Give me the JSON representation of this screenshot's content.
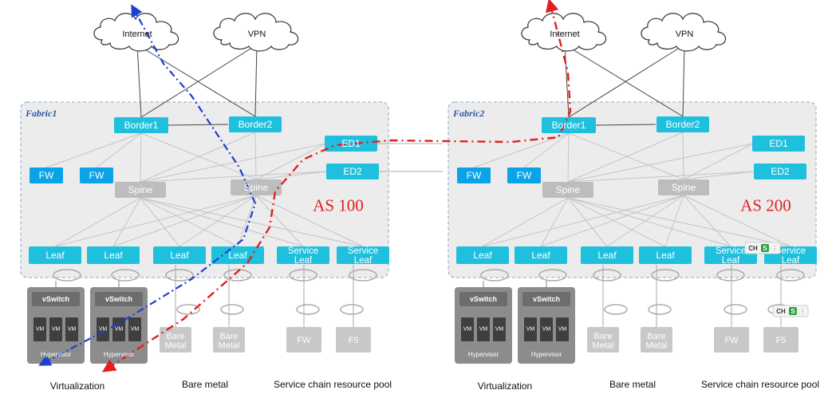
{
  "fabrics": [
    {
      "name": "Fabric1",
      "as": "AS 100",
      "internet": "Internet",
      "vpn": "VPN",
      "border1": "Border1",
      "border2": "Border2",
      "ed1": "ED1",
      "ed2": "ED2",
      "fw_a": "FW",
      "fw_b": "FW",
      "spine_a": "Spine",
      "spine_b": "Spine",
      "leaves": [
        "Leaf",
        "Leaf",
        "Leaf",
        "Leaf",
        "Service\nLeaf",
        "Service\nLeaf"
      ],
      "hypervisors": [
        {
          "vswitch": "vSwitch",
          "vm": "VM",
          "label": "Hypervisor"
        },
        {
          "vswitch": "vSwitch",
          "vm": "VM",
          "label": "Hypervisor"
        }
      ],
      "bare_metal": [
        "Bare\nMetal",
        "Bare\nMetal"
      ],
      "services": [
        "FW",
        "F5"
      ],
      "captions": {
        "virtualization": "Virtualization",
        "bare_metal": "Bare metal",
        "service_chain": "Service chain resource pool"
      }
    },
    {
      "name": "Fabric2",
      "as": "AS 200",
      "internet": "Internet",
      "vpn": "VPN",
      "border1": "Border1",
      "border2": "Border2",
      "ed1": "ED1",
      "ed2": "ED2",
      "fw_a": "FW",
      "fw_b": "FW",
      "spine_a": "Spine",
      "spine_b": "Spine",
      "leaves": [
        "Leaf",
        "Leaf",
        "Leaf",
        "Leaf",
        "Service\nLeaf",
        "Service\nLeaf"
      ],
      "hypervisors": [
        {
          "vswitch": "vSwitch",
          "vm": "VM",
          "label": "Hypervisor"
        },
        {
          "vswitch": "vSwitch",
          "vm": "VM",
          "label": "Hypervisor"
        }
      ],
      "bare_metal": [
        "Bare\nMetal",
        "Bare\nMetal"
      ],
      "services": [
        "FW",
        "F5"
      ],
      "captions": {
        "virtualization": "Virtualization",
        "bare_metal": "Bare metal",
        "service_chain": "Service chain resource pool"
      }
    }
  ],
  "ime_badge": {
    "lang": "CH",
    "glyph": "S"
  },
  "colors": {
    "device_cyan": "#1fc0de",
    "fw_blue": "#0aa3e8",
    "spine_gray": "#bdbdbd",
    "endpoint_gray": "#c8c8c8",
    "fabric_fill": "#ececec",
    "fabric_border": "#8aa6c8",
    "path_red": "#e02020",
    "path_blue": "#1f3fd0",
    "as_red": "#e02020"
  }
}
